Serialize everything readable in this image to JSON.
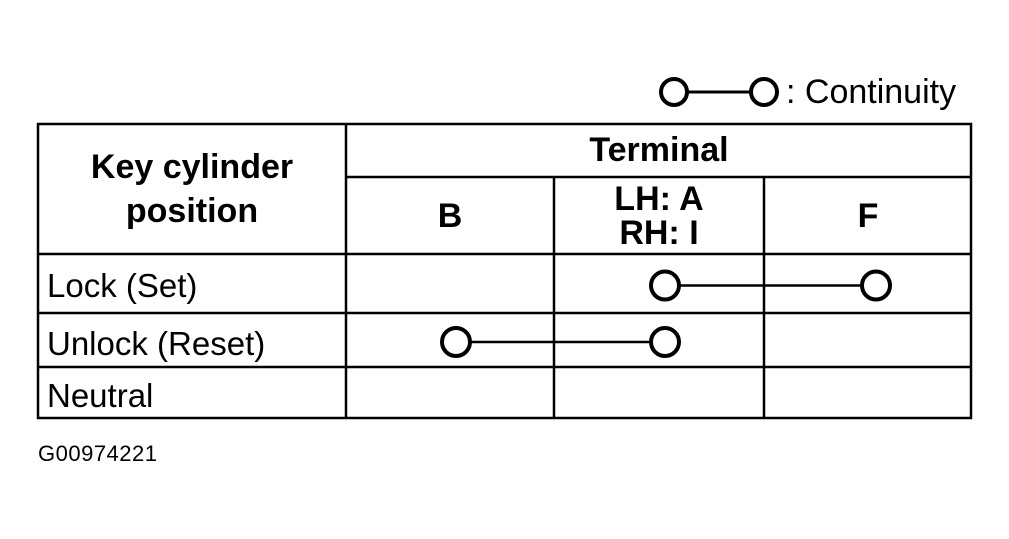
{
  "legend": {
    "symbol_icon": "continuity-symbol-icon",
    "text": ": Continuity"
  },
  "table": {
    "header_left": [
      "Key cylinder",
      "position"
    ],
    "header_group": "Terminal",
    "terminals": [
      {
        "id": "b",
        "lines": [
          "B"
        ]
      },
      {
        "id": "a",
        "lines": [
          "LH: A",
          "RH: I"
        ]
      },
      {
        "id": "f",
        "lines": [
          "F"
        ]
      }
    ],
    "rows": [
      {
        "id": "lock",
        "label": "Lock (Set)",
        "continuity": [
          1,
          2
        ]
      },
      {
        "id": "unlock",
        "label": "Unlock (Reset)",
        "continuity": [
          0,
          1
        ]
      },
      {
        "id": "neutral",
        "label": "Neutral",
        "continuity": []
      }
    ]
  },
  "figure_id": "G00974221",
  "colors": {
    "line": "#000000",
    "background": "#ffffff"
  }
}
